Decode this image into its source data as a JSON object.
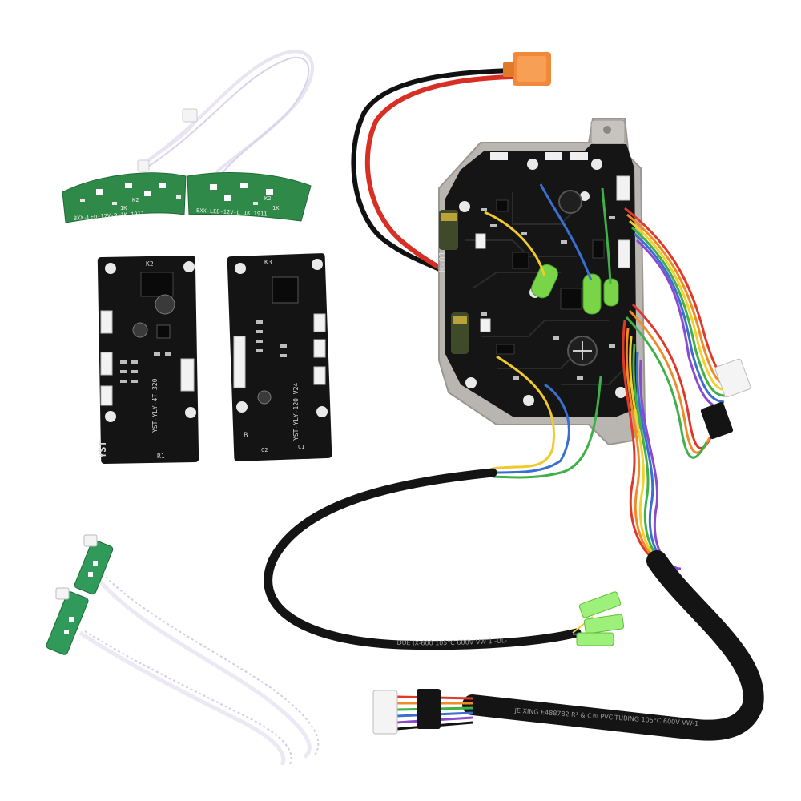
{
  "product_photo": {
    "main_controller": {
      "silkscreen": "H-01"
    },
    "led_boards": {
      "left_label": "BXX-LED-12V-R  1K  1911",
      "right_label": "BXX-LED-12V-L  1K  1911",
      "resistor_marks": [
        "K2",
        "1K",
        "K2",
        "1K"
      ]
    },
    "sensor_board_left": {
      "label": "YST-YLY-4T-320",
      "logo": "YST",
      "marks": [
        "K2",
        "R1"
      ]
    },
    "sensor_board_right": {
      "label": "YST-YLY-120 V24",
      "marks": [
        "K3",
        "B",
        "C1",
        "C2"
      ]
    },
    "main_cable_label": "JE XING E488782 R¹ & C® PVC-TUBING 105°C 600V VW-1",
    "wire_cable_label": "DUE JX-600 105°C 600V VW-1  -UL-"
  }
}
